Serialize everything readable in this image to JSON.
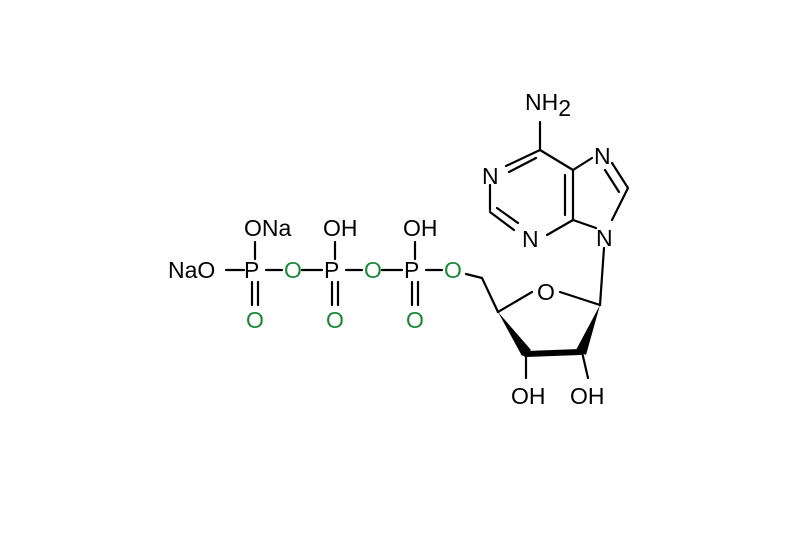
{
  "molecule": {
    "colors": {
      "bond": "#000000",
      "phosphate_oxygen": "#1a8a3a",
      "text": "#000000"
    },
    "labels": {
      "amine": "NH",
      "amine_sub": "2",
      "n1": "N",
      "n3": "N",
      "n7": "N",
      "n9": "N",
      "ring_o": "O",
      "oh_3": "OH",
      "oh_2": "OH",
      "o5": "O",
      "p_alpha": "P",
      "p_beta": "P",
      "p_gamma": "P",
      "bridge_o_1": "O",
      "bridge_o_2": "O",
      "oxo_alpha": "O",
      "oxo_beta": "O",
      "oxo_gamma": "O",
      "oh_alpha": "OH",
      "oh_beta": "OH",
      "ona": "ONa",
      "nao": "NaO"
    }
  }
}
